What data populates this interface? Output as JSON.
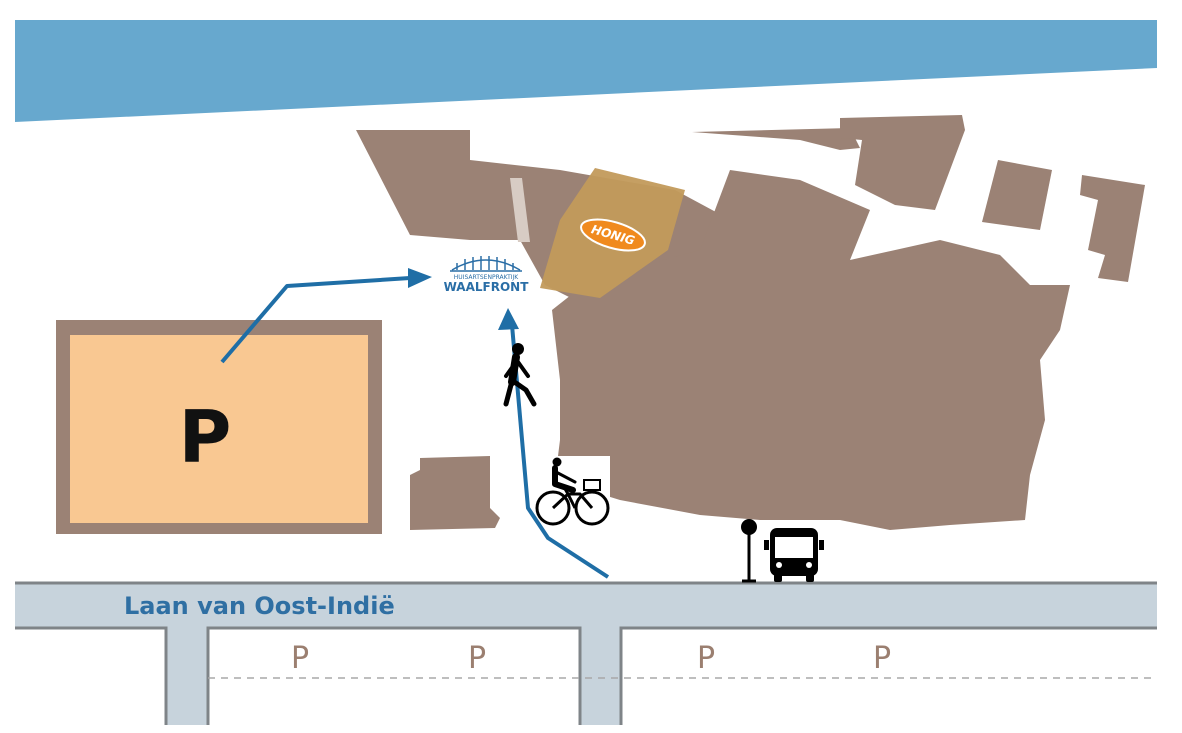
{
  "map": {
    "road_name": "Laan van Oost-Indië",
    "parking_lot_label": "P",
    "street_parking_labels": [
      "P",
      "P",
      "P",
      "P"
    ],
    "practice_logo": {
      "line1": "HUISARTSENPRAKTIJK",
      "line2": "WAALFRONT"
    },
    "honig_label": "HONIG",
    "icons": [
      "walking-person-icon",
      "bicycle-icon",
      "bus-stop-icon",
      "bus-icon",
      "route-arrow-icon",
      "logo-arch-icon"
    ]
  },
  "colors": {
    "water": "#67a8ce",
    "building": "#9b8275",
    "honig_building": "#c29a5b",
    "parking_lot": "#f9c892",
    "parking_border": "#9b8275",
    "road": "#c7d3dc",
    "road_border": "#7f8488",
    "route": "#1f6ea6",
    "road_text": "#2f6fa3"
  }
}
